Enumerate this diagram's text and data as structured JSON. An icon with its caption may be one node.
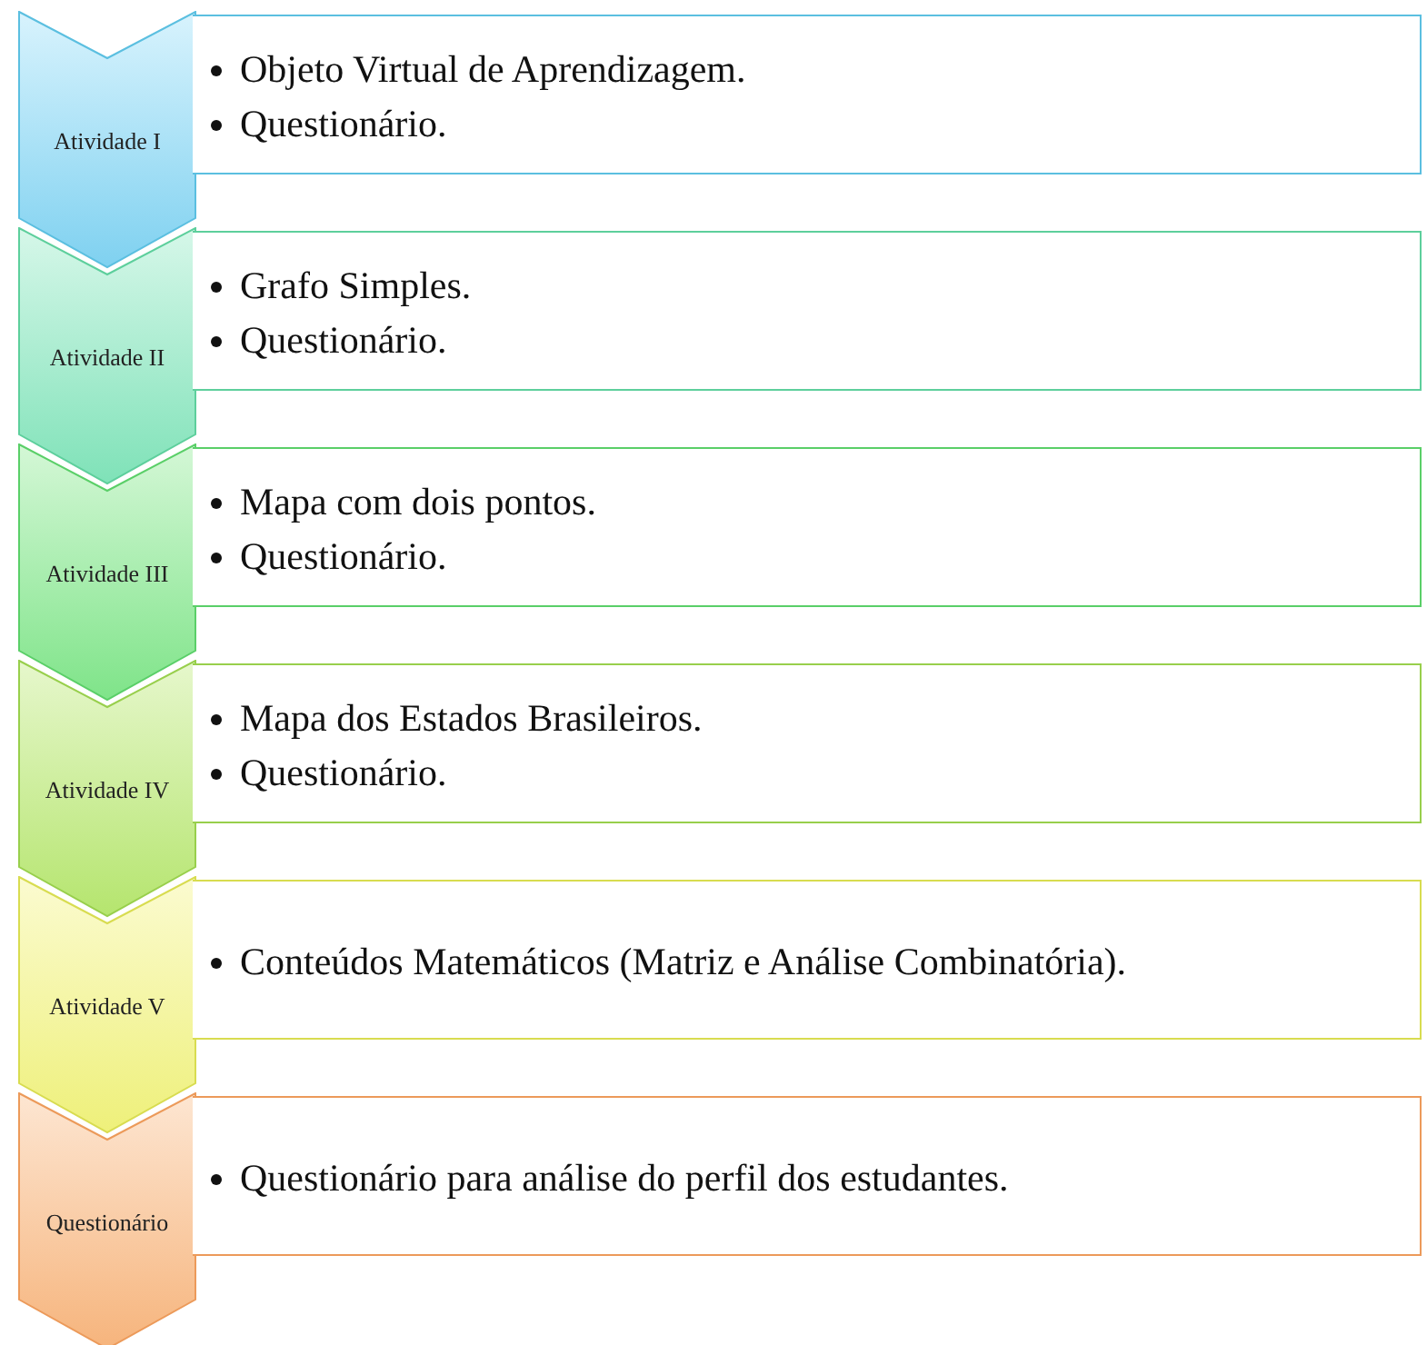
{
  "diagram": {
    "nodes": [
      {
        "text": [
          "Atividade I"
        ]
      },
      {
        "text": [
          "Objeto Virtual de Aprendizagem.",
          "Questionário."
        ]
      },
      {
        "text": [
          "Atividade II"
        ]
      },
      {
        "text": [
          "Grafo Simples.",
          "Questionário."
        ]
      },
      {
        "text": [
          "Atividade III"
        ]
      },
      {
        "text": [
          "Mapa com dois pontos.",
          "Questionário."
        ]
      },
      {
        "text": [
          "Atividade IV"
        ]
      },
      {
        "text": [
          "Mapa dos Estados Brasileiros.",
          "Questionário."
        ]
      },
      {
        "text": [
          "Atividade V"
        ]
      },
      {
        "text": [
          "Conteúdos Matemáticos (Matriz e Análise Combinatória)."
        ]
      },
      {
        "text": [
          "Questionário"
        ]
      },
      {
        "text": [
          "Questionário para análise do perfil dos estudantes."
        ]
      }
    ]
  }
}
